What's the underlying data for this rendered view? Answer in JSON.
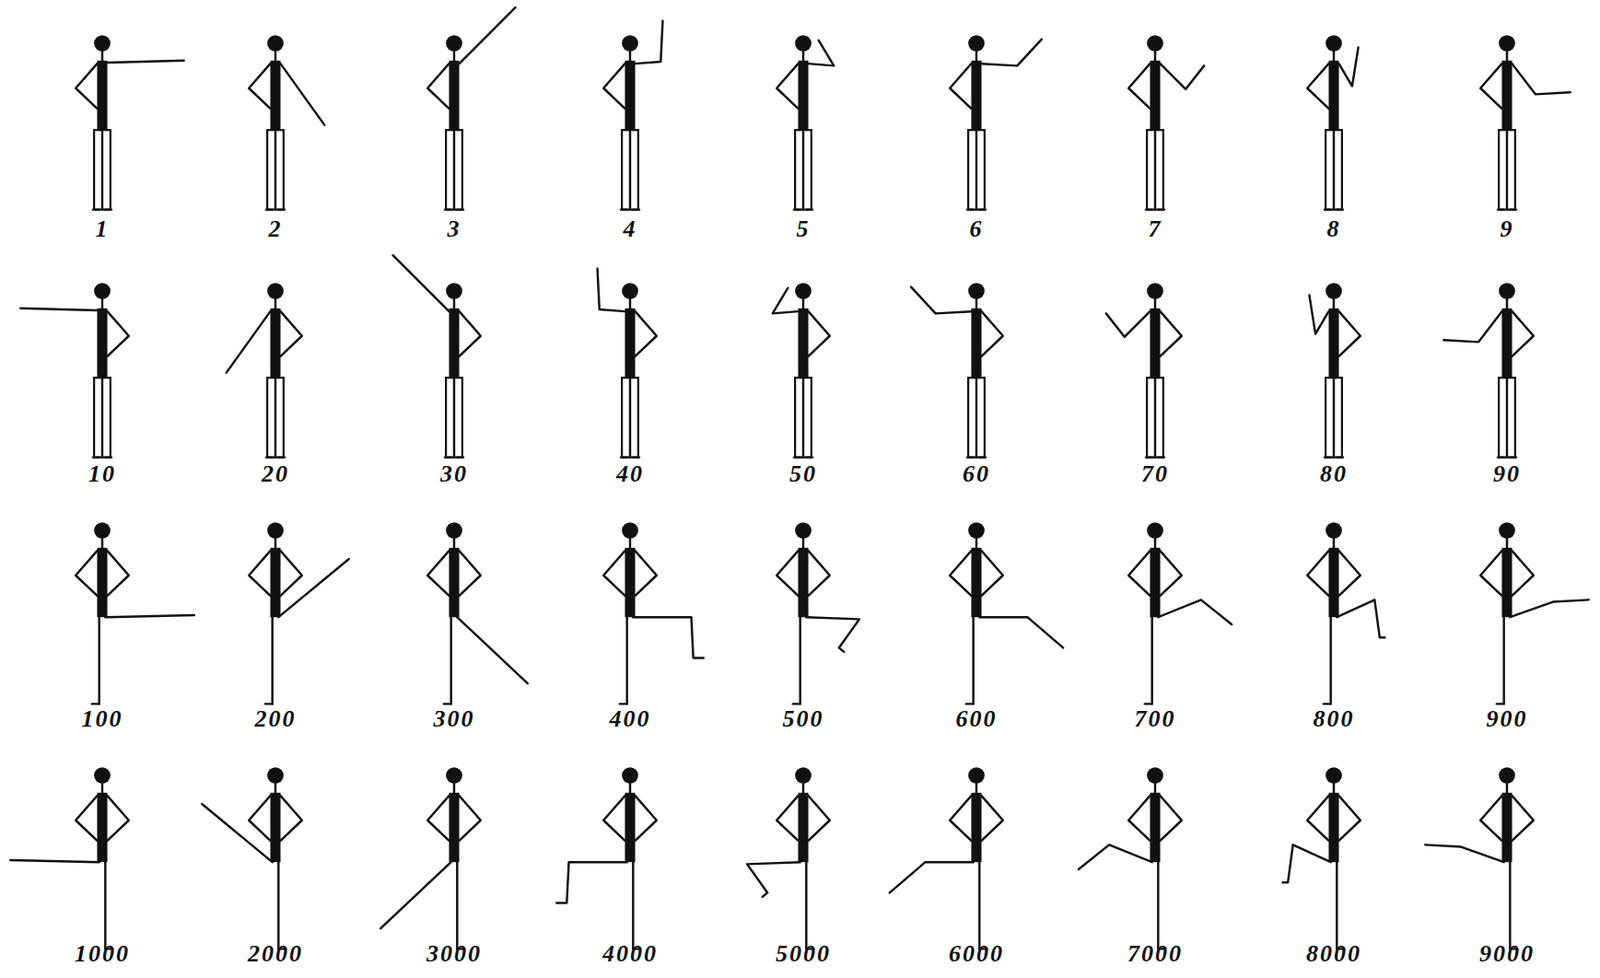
{
  "diagram": {
    "labels": [
      "1",
      "2",
      "3",
      "4",
      "5",
      "6",
      "7",
      "8",
      "9",
      "10",
      "20",
      "30",
      "40",
      "50",
      "60",
      "70",
      "80",
      "90",
      "100",
      "200",
      "300",
      "400",
      "500",
      "600",
      "700",
      "800",
      "900",
      "1000",
      "2000",
      "3000",
      "4000",
      "5000",
      "6000",
      "7000",
      "8000",
      "9000"
    ]
  }
}
